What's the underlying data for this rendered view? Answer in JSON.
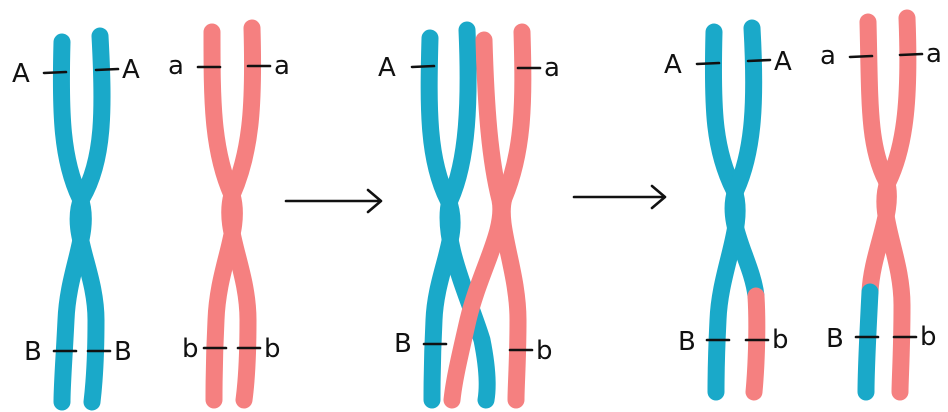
{
  "colors": {
    "blue": "#1aa9c9",
    "pink": "#f58080",
    "ink": "#111111"
  },
  "labels": {
    "panel1": {
      "blue_top_left": "A",
      "blue_top_right": "A",
      "blue_bottom_left": "B",
      "blue_bottom_right": "B",
      "pink_top_left": "a",
      "pink_top_right": "a",
      "pink_bottom_left": "b",
      "pink_bottom_right": "b"
    },
    "panel2": {
      "top_left": "A",
      "top_right": "a",
      "bottom_left": "B",
      "bottom_right": "b"
    },
    "panel3": {
      "blue_top_left": "A",
      "blue_top_right": "A",
      "blue_bottom_left": "B",
      "blue_bottom_right": "b",
      "pink_top_left": "a",
      "pink_top_right": "a",
      "pink_bottom_left": "B",
      "pink_bottom_right": "b"
    }
  }
}
